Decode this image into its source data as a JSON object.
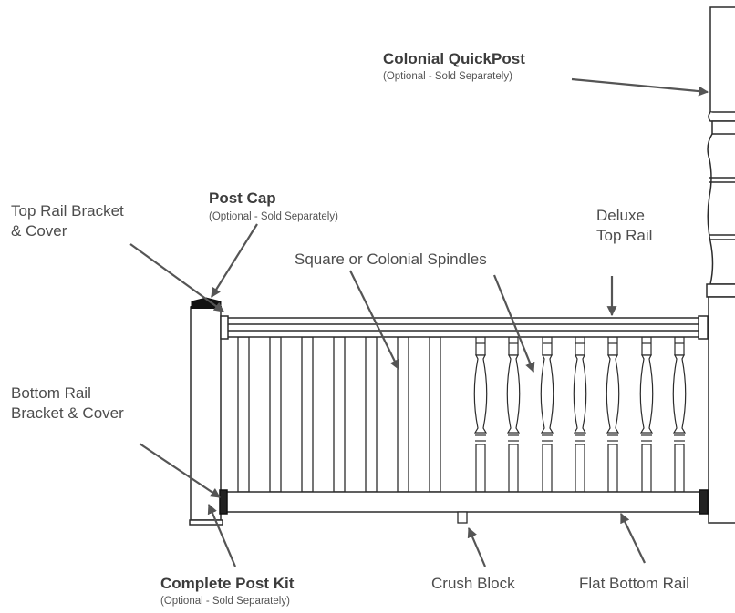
{
  "labels": {
    "colonial_quickpost": {
      "title": "Colonial QuickPost",
      "note": "(Optional - Sold Separately)"
    },
    "post_cap": {
      "title": "Post Cap",
      "note": "(Optional - Sold Separately)"
    },
    "top_rail_bracket": {
      "line1": "Top Rail Bracket",
      "line2": "& Cover"
    },
    "spindles": {
      "title": "Square or Colonial Spindles"
    },
    "deluxe_top_rail": {
      "line1": "Deluxe",
      "line2": "Top Rail"
    },
    "bottom_rail_bracket": {
      "line1": "Bottom Rail",
      "line2": "Bracket & Cover"
    },
    "complete_post_kit": {
      "title": "Complete Post Kit",
      "note": "(Optional - Sold Separately)"
    },
    "crush_block": {
      "title": "Crush Block"
    },
    "flat_bottom_rail": {
      "title": "Flat Bottom Rail"
    }
  },
  "colors": {
    "line": "#2b2b2b",
    "arrow": "#555555",
    "cap": "#111111",
    "fill": "#ffffff"
  },
  "icons": {
    "arrow": "arrow-icon"
  }
}
